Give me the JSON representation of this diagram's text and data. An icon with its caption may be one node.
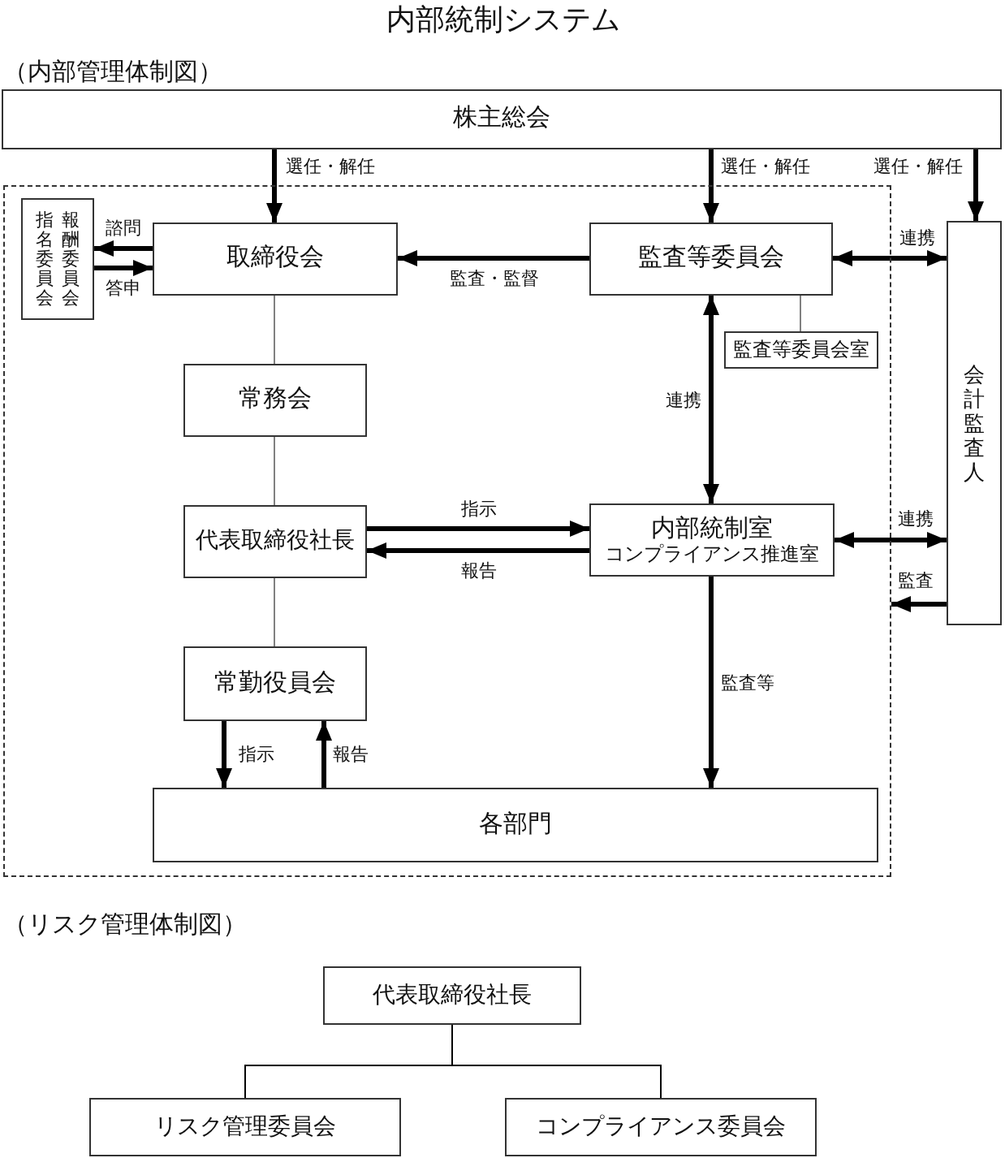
{
  "diagram": {
    "title": "内部統制システム",
    "nodes": [
      {
        "text": [
          "株主総会"
        ]
      },
      {
        "text": [],
        "shape": "box"
      },
      {
        "text": [
          "指名委員会",
          "報酬委員会"
        ],
        "in": 1
      },
      {
        "text": [
          "取締役会"
        ],
        "in": 1
      },
      {
        "text": [
          "監査等委員会"
        ],
        "in": 1
      },
      {
        "text": [
          "監査等委員会室"
        ],
        "in": 1
      },
      {
        "text": [
          "会計監査人"
        ]
      },
      {
        "text": [
          "常務会"
        ],
        "in": 1
      },
      {
        "text": [
          "代表取締役社長"
        ],
        "in": 1
      },
      {
        "text": [
          "内部統制室",
          "コンプライアンス推進室"
        ],
        "in": 1
      },
      {
        "text": [
          "常勤役員会"
        ],
        "in": 1
      },
      {
        "text": [
          "各部門"
        ],
        "in": 1
      },
      {
        "text": [
          "代表取締役社長"
        ]
      },
      {
        "text": [
          "リスク管理委員会"
        ]
      },
      {
        "text": [
          "コンプライアンス委員会"
        ]
      }
    ],
    "edges": [
      {
        "from": 0,
        "to": 3,
        "arrow": "to",
        "label": "選任・解任"
      },
      {
        "from": 0,
        "to": 4,
        "arrow": "to",
        "label": "選任・解任"
      },
      {
        "from": 0,
        "to": 6,
        "arrow": "to",
        "label": "選任・解任"
      },
      {
        "from": 3,
        "to": 2,
        "arrow": "to",
        "label": "諮問"
      },
      {
        "from": 2,
        "to": 3,
        "arrow": "to",
        "label": "答申"
      },
      {
        "from": 4,
        "to": 3,
        "arrow": "to",
        "label": "監査・監督"
      },
      {
        "from": 4,
        "to": 6,
        "arrow": "both",
        "label": "連携"
      },
      {
        "from": 4,
        "to": 9,
        "arrow": "both",
        "label": "連携"
      },
      {
        "from": 4,
        "to": 5,
        "arrow": "none",
        "color": "#808080"
      },
      {
        "from": 3,
        "to": 7,
        "arrow": "none",
        "color": "#808080"
      },
      {
        "from": 7,
        "to": 8,
        "arrow": "none",
        "color": "#808080"
      },
      {
        "from": 8,
        "to": 10,
        "arrow": "none",
        "color": "#808080"
      },
      {
        "from": 8,
        "to": 9,
        "arrow": "to",
        "label": "指示"
      },
      {
        "from": 9,
        "to": 8,
        "arrow": "to",
        "label": "報告"
      },
      {
        "from": 9,
        "to": 6,
        "arrow": "both",
        "label": "連携"
      },
      {
        "from": 6,
        "to": 1,
        "arrow": "to",
        "label": "監査"
      },
      {
        "from": 9,
        "to": 11,
        "arrow": "to",
        "label": "監査等"
      },
      {
        "from": 10,
        "to": 11,
        "arrow": "to",
        "label": "指示"
      },
      {
        "from": 11,
        "to": 10,
        "arrow": "to",
        "label": "報告"
      },
      {
        "from": 12,
        "to": 13,
        "arrow": "none"
      },
      {
        "from": 12,
        "to": 14,
        "arrow": "none"
      }
    ],
    "labels": [
      "（内部管理体制図）",
      "（リスク管理体制図）"
    ]
  }
}
